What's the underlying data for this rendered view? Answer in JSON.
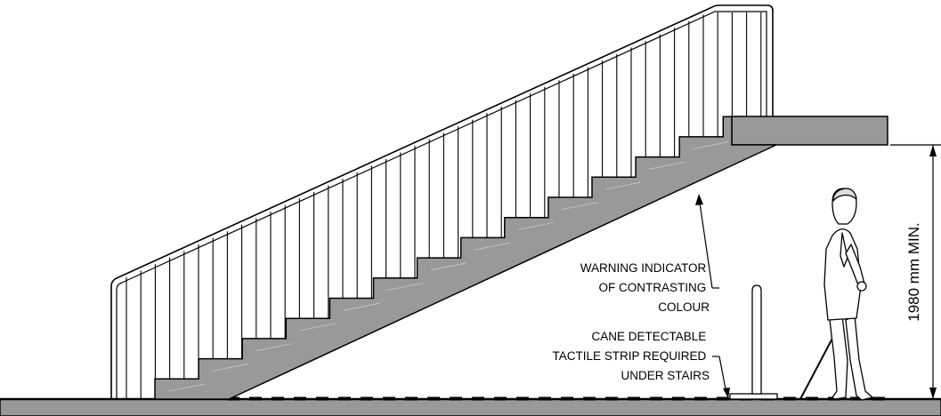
{
  "annotations": {
    "warning_indicator": [
      "WARNING INDICATOR",
      "OF CONTRASTING",
      "COLOUR"
    ],
    "tactile_strip": [
      "CANE DETECTABLE",
      "TACTILE STRIP REQUIRED",
      "UNDER STAIRS"
    ]
  },
  "dimension": {
    "headroom": "1980 mm MIN."
  },
  "colors": {
    "stair_fill": "#999999",
    "floor_fill": "#999999",
    "line": "#000000",
    "background": "#ffffff"
  },
  "figures": {
    "person": "pedestrian-with-white-cane-icon",
    "bollard": "bollard-post"
  }
}
